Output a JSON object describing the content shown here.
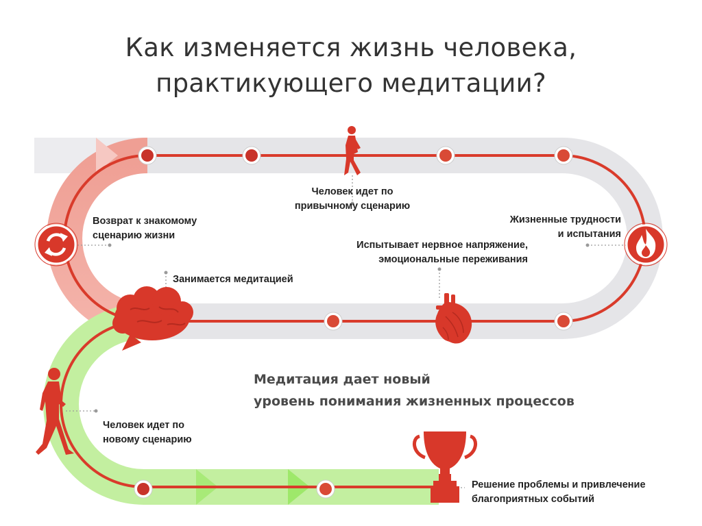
{
  "title": {
    "line1": "Как изменяется жизнь человека,",
    "line2": "практикующего медитации?"
  },
  "labels": {
    "habitual": [
      "Человек идет по",
      "привычному сценарию"
    ],
    "difficulties": [
      "Жизненные трудности",
      "и испытания"
    ],
    "tension": [
      "Испытывает нервное напряжение,",
      "эмоциональные переживания"
    ],
    "return": [
      "Возврат к знакомому",
      "сценарию жизни"
    ],
    "meditation": [
      "Занимается медитацией"
    ],
    "new_scenario": [
      "Человек идет по",
      "новому сценарию"
    ],
    "solution": [
      "Решение проблемы и привлечение",
      "благоприятных событий"
    ]
  },
  "headline": {
    "line1": "Медитация дает новый",
    "line2": "уровень понимания жизненных процессов"
  },
  "icons": {
    "return": "cycle-arrows-icon",
    "difficulties": "fire-icon",
    "meditation": "brain-icon",
    "tension": "heart-icon",
    "walker_top": "walking-person-icon",
    "walker_left": "walking-person-icon",
    "solution": "trophy-icon"
  },
  "colors": {
    "accent_red": "#d93b2b",
    "red_band": "#e98c80",
    "grey_band": "#e5e5e8",
    "green_band": "#b4ec8a",
    "text": "#222222",
    "title": "#333333"
  }
}
